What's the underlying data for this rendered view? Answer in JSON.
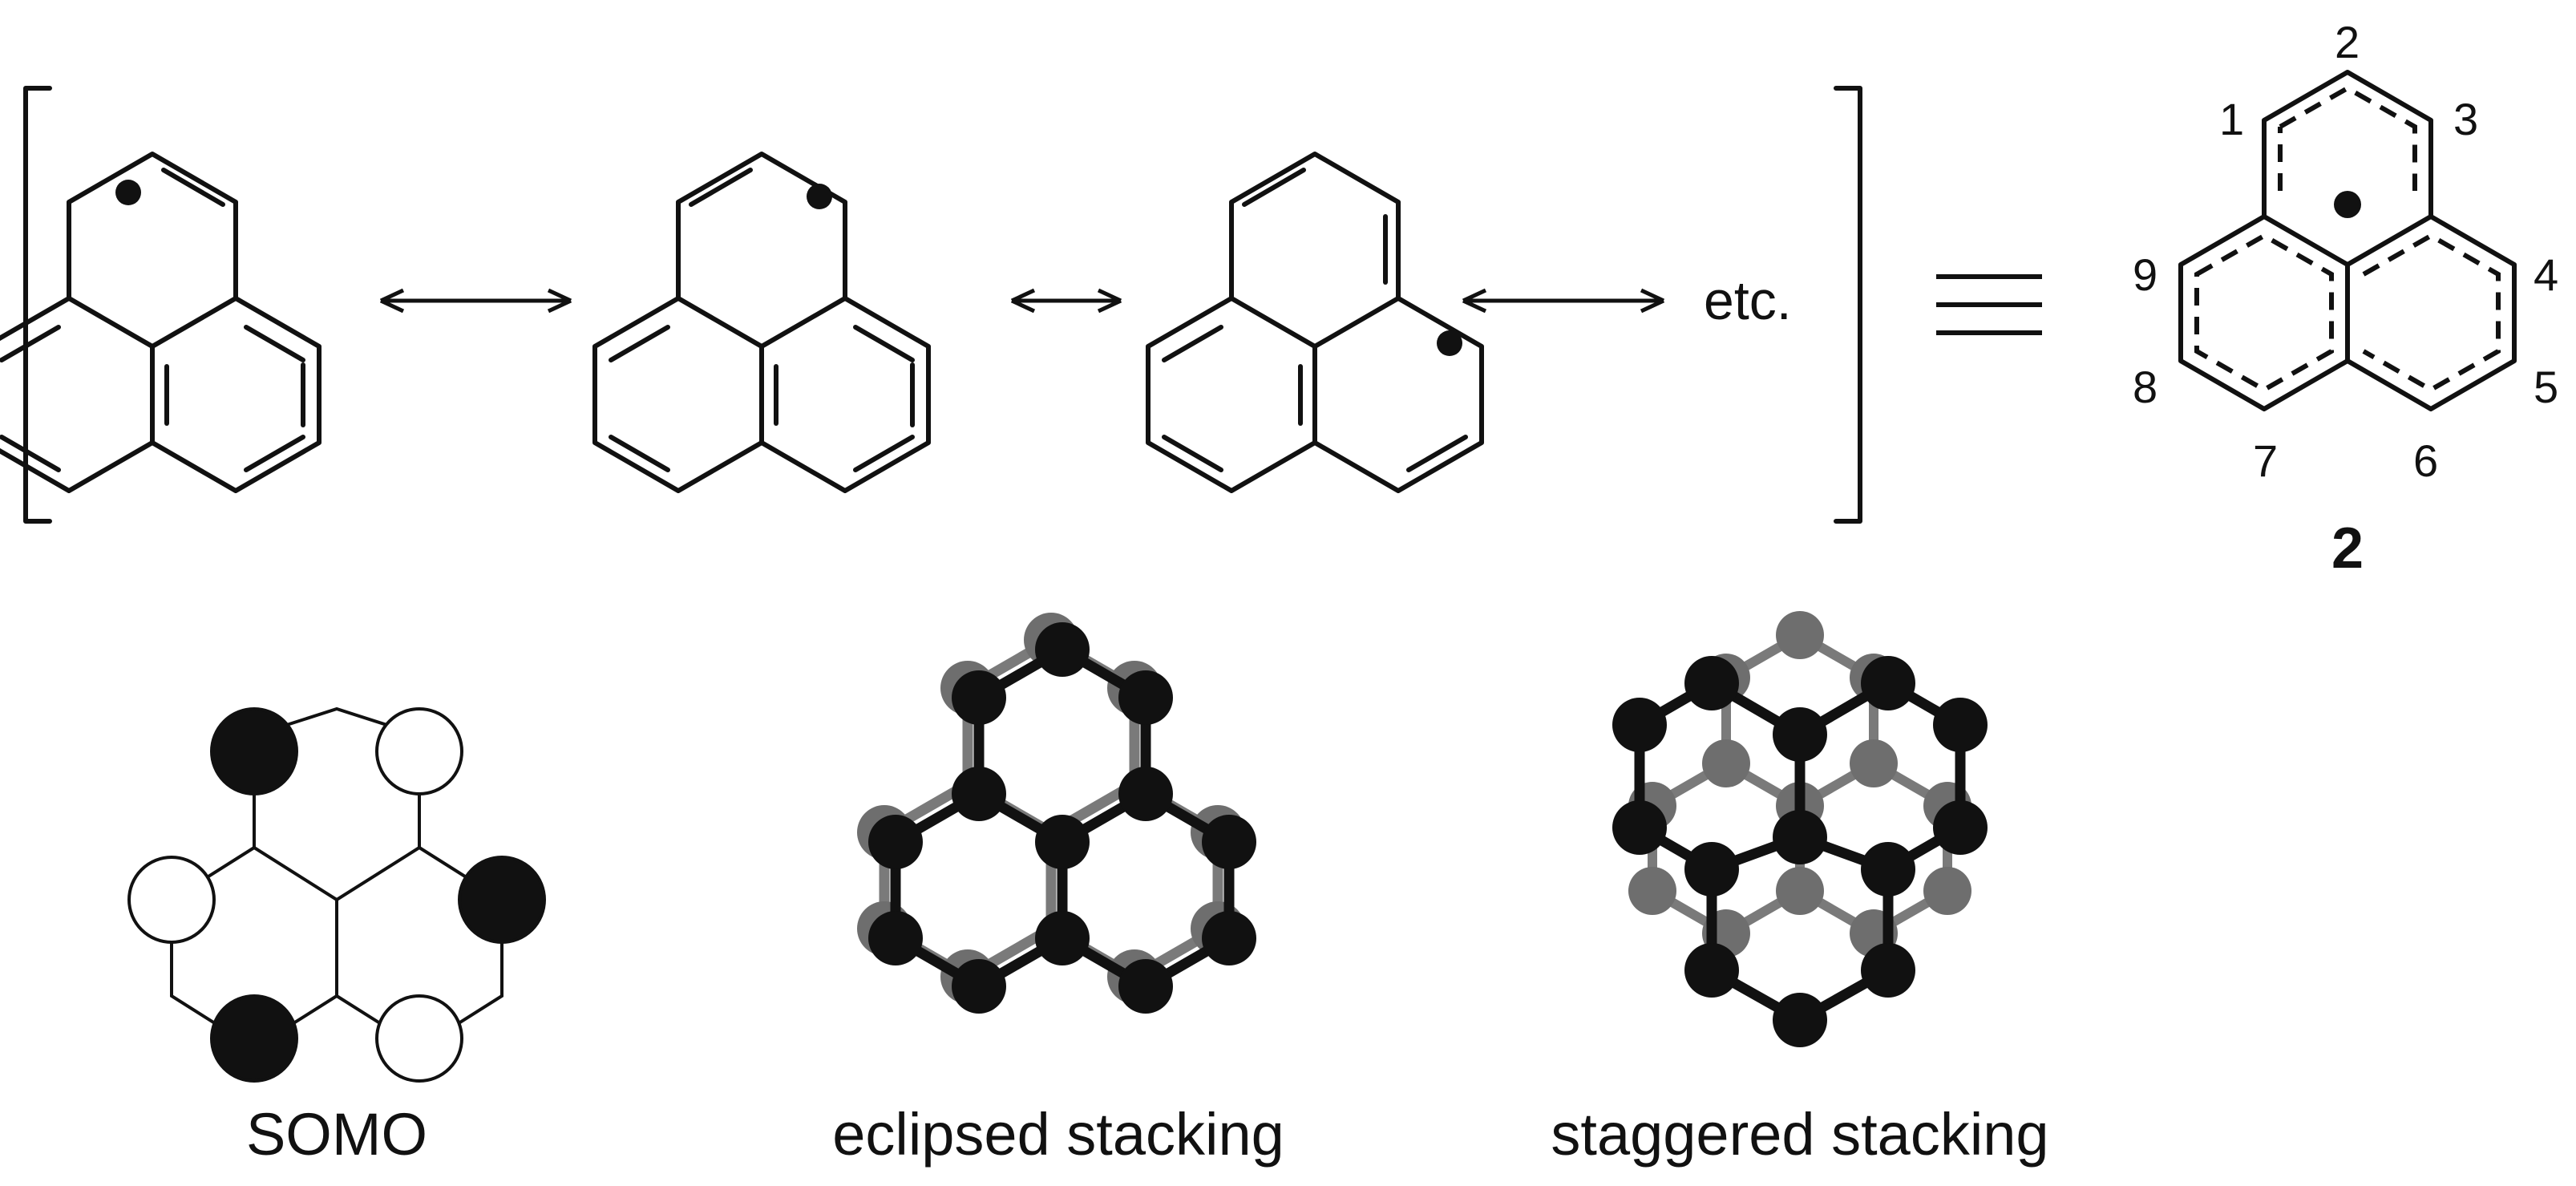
{
  "resonance": {
    "etc_label": "etc.",
    "compound_number": "2",
    "position_labels": [
      "1",
      "2",
      "3",
      "4",
      "5",
      "6",
      "7",
      "8",
      "9"
    ]
  },
  "models": {
    "somo_caption": "SOMO",
    "eclipsed_caption": "eclipsed stacking",
    "staggered_caption": "staggered stacking"
  },
  "colors": {
    "ink": "#111111",
    "atom_back": "#6e6e6e",
    "bond_back": "#7a7a7a"
  }
}
